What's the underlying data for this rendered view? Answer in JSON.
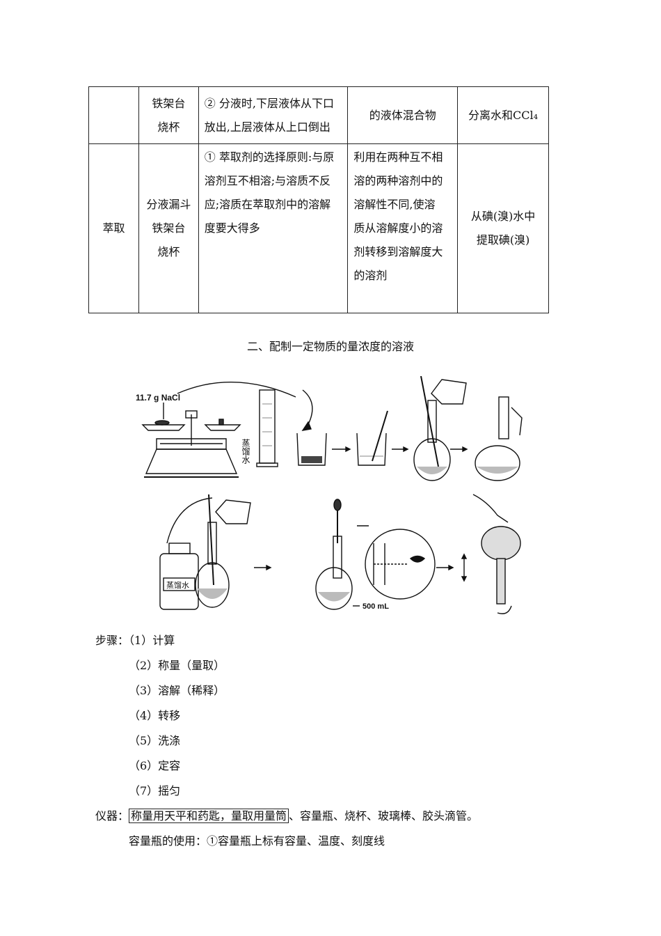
{
  "table": {
    "rows": [
      {
        "method": "",
        "apparatus": "铁架台\n烧杯",
        "notes": "② 分液时,下层液体从下口\n放出,上层液体从上口倒出",
        "scope": "的液体混合物",
        "example": "分离水和CCl₄"
      },
      {
        "method": "萃取",
        "apparatus": "分液漏斗\n铁架台\n烧杯",
        "notes": "① 萃取剂的选择原则:与原\n溶剂互不相溶;与溶质不反\n应;溶质在萃取剂中的溶解\n度要大得多",
        "scope": "利用在两种互不相\n溶的两种溶剂中的\n溶解性不同,使溶\n质从溶解度小的溶\n剂转移到溶解度大\n的溶剂",
        "example": "从碘(溴)水中\n提取碘(溴)"
      }
    ]
  },
  "section_title": "二、配制一定物质的量浓度的溶液",
  "figure": {
    "nacl_label": "11.7 g NaCl",
    "distilled_water_vertical": "蒸馏水",
    "bottle_label": "蒸馏水",
    "volume_label": "500 mL"
  },
  "steps": {
    "label": "步骤：",
    "items": [
      "（1）计算",
      "（2）称量（量取）",
      "（3）溶解（稀释）",
      "（4）转移",
      "（5）洗涤",
      "（6）定容",
      "（7）摇匀"
    ]
  },
  "instruments": {
    "label": "仪器：",
    "boxed": "称量用天平和药匙，量取用量筒",
    "rest": "、容量瓶、烧杯、玻璃棒、胶头滴管。"
  },
  "flask_usage": "容量瓶的使用：①容量瓶上标有容量、温度、刻度线"
}
